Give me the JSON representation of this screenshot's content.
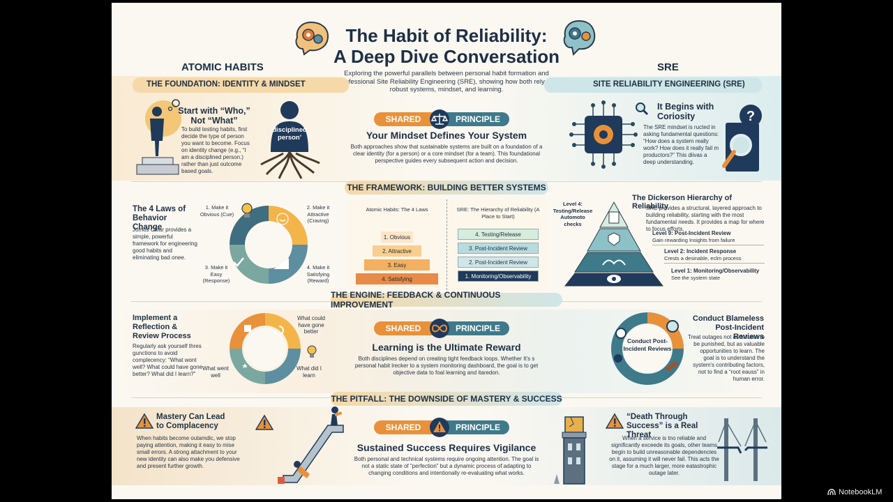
{
  "header": {
    "title_line1": "The Habit of Reliability:",
    "title_line2": "A Deep Dive Conversation",
    "subtitle": "Exploring the powerful parallels between personal habit formation and professional Site Reliability Engineering (SRE), showing how both rely on robust systems, mindset, and learning."
  },
  "columns": {
    "left_heading": "ATOMIC HABITS",
    "right_heading": "SRE"
  },
  "section1": {
    "left_band": "THE FOUNDATION: IDENTITY & MINDSET",
    "right_band": "SITE RELIABILITY ENGINEERING (SRE)",
    "left_title": "Start with “Who,” Not “What”",
    "left_body": "To build testing habits, first decide the type of person you want to become. Focus on identity change (e.g., “I am a disciplined person.) rather than just outcome based goals.",
    "figure_label": "disciplined person'",
    "shared_label": "SHARED",
    "principle_label": "PRINCIPLE",
    "center_title": "Your Mindset Defines Your System",
    "center_body": "Both approaches show that sustainable systems are built on a foundation of a clear identity (for a person) or a core mindset (for a team). This foundational perspective guides every subsequent action and decision.",
    "right_title": "It Begins with Coriosity",
    "right_body": "The SRE mindset is ructed in asking fundamental questions: “How does a system really work? How does it really fail m productors?” This diivas a deep understanding."
  },
  "section2": {
    "band": "THE FRAMEWORK: BUILDING BETTER SYSTEMS",
    "left_title": "The 4 Laws of Behavior Change",
    "left_body": "Jomos Clear provides a simple, powerful framework for engineering good habits and eliminating bad onee.",
    "laws": [
      "1. Make it Obvious (Cue)",
      "2. Make it Attractive (Craving)",
      "3. Make it Easy (Response)",
      "4. Make it Satisfying (Reward)"
    ],
    "table_left_header": "Atomic Habits: The 4 Laws",
    "table_right_header": "SRE: The Hierarchy of Reliability (A Place to Start)",
    "table_left_rows": [
      "1. Obvious",
      "2. Attractive",
      "3. Easy",
      "4. Satisfying"
    ],
    "table_right_rows": [
      "4. Testing/Release",
      "3. Post-Incident Review",
      "2. Post-Incident Review",
      "1. Monitoring/Observability"
    ],
    "pyramid_top_label": "Level 4: Testing/Release Automoto checks",
    "right_title": "The Dickerson Hierarchy of Reliability",
    "right_body": "SRE provides a structural, layered approach to building reliability, starting with the most fundamental needs. It provides a map for where to focus efforts.",
    "levels": [
      {
        "title": "Level 9: Post-Incident Review",
        "desc": "Gain rewarding Insights from failure"
      },
      {
        "title": "Level 2: Incident Response",
        "desc": "Crests a desinable, eclm process"
      },
      {
        "title": "Level 1: Monitoring/Observability",
        "desc": "See the system state"
      }
    ]
  },
  "section3": {
    "band": "THE ENGINE: FEEDBACK & CONTINUOUS IMPROVEMENT",
    "left_title": "Implement a Reflection & Review Process",
    "left_body": "Regularly ask yourself thres gunctions to avoid complecency: “What wont well? What could have gone better? What did I learn?”",
    "cycle_labels": [
      "What could have gone better",
      "What did I learn",
      "What went well"
    ],
    "shared_label": "SHARED",
    "principle_label": "PRINCIPLE",
    "center_title": "Learning is the Ultimate Reward",
    "center_body": "Both disciplines depend on creating tight feedback loops. Whether It's s personal habit lrecker to a system monitoring dashboard, the goal is to get objective data to foal learning and itaredon.",
    "ring_center": "Conduct Post-Incident Reviews",
    "right_title": "Conduct Blameless Post-Incident Reviews",
    "right_body": "Treat outages not as failures to be punished, but as valuable opportunities to learn. The goal is to understand the system's contributing factors, not to find a “root eauss” in human error."
  },
  "section4": {
    "band": "THE PITFALL: THE DOWNSIDE OF MASTERY & SUCCESS",
    "left_title": "Mastery Can Lead to Complacency",
    "left_body": "When habits become outamdic, we stop paying attention, making it easy to mise small errors. A strong attachment to your new identity can also make you defensive and present further growth.",
    "shared_label": "SHARED",
    "principle_label": "PRINCIPLE",
    "center_title": "Sustained Success Requires Vigilance",
    "center_body": "Both personal and technical systems require ongoing attention. The goal is not a static state of “perfection” but a dynamic process of adapting to changing conditions and intentionally re-evaluating what works.",
    "right_title": "“Death Through Success” is a Real Threat",
    "right_body": "When a service is tno reliable and significantly exceede its goals, other teams begin to build unreasonable dependencies on it, assuming it will never fail. This acts the stage for a much larger, more eatastrophic outage later."
  },
  "footer": {
    "brand": "NotebookLM"
  },
  "colors": {
    "navy": "#1f3a5a",
    "orange": "#e8913a",
    "teal": "#3e8a94",
    "band_left": "#f6d9a8",
    "band_right": "#cfe6e8"
  }
}
